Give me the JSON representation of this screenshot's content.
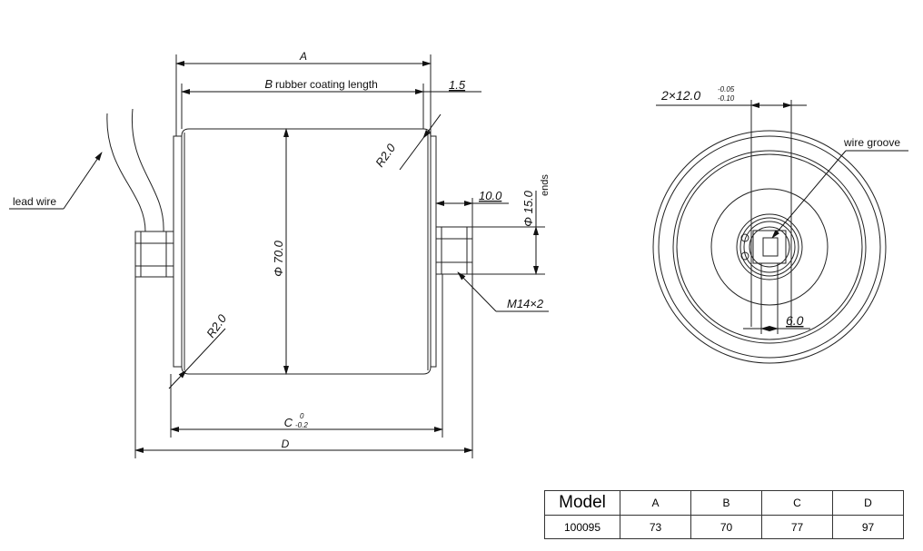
{
  "side_view": {
    "dim_a": "A",
    "dim_b": "B",
    "dim_b_note": "rubber coating length",
    "dim_gap": "1.5",
    "radius_top": "R2.0",
    "radius_bottom": "R2.0",
    "diameter_body": "Φ 70.0",
    "shaft_len": "10.0",
    "shaft_dia": "Φ 15.0",
    "shaft_dia_note": "ends",
    "thread": "M14×2",
    "dim_c": "C",
    "dim_c_upper": "0",
    "dim_c_lower": "-0.2",
    "dim_d": "D",
    "lead_wire": "lead wire"
  },
  "end_view": {
    "flat_dim": "2×12.0",
    "flat_tol_upper": "-0.05",
    "flat_tol_lower": "-0.10",
    "wire_groove": "wire groove",
    "flat_width": "6.0"
  },
  "spec_table": {
    "headers": [
      "Model",
      "A",
      "B",
      "C",
      "D"
    ],
    "rows": [
      [
        "100095",
        "73",
        "70",
        "77",
        "97"
      ]
    ]
  }
}
